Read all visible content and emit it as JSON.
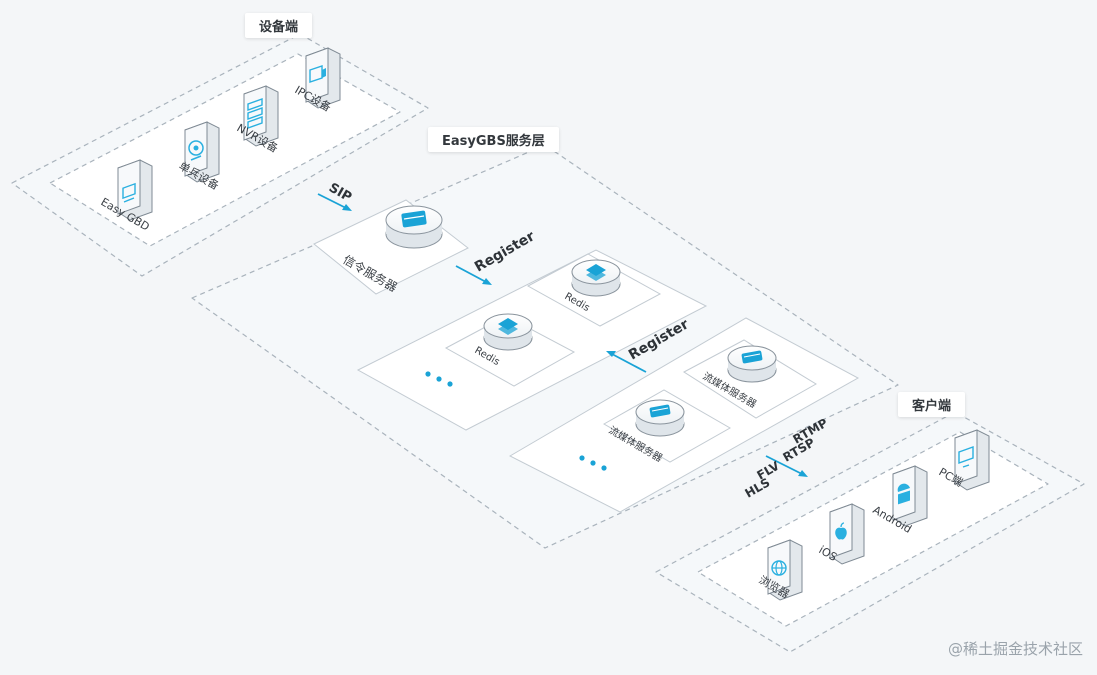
{
  "groups": {
    "device": "设备端",
    "service": "EasyGBS服务层",
    "client": "客户端"
  },
  "devices": [
    {
      "label": "Easy GBD",
      "icon": "gbd-device-icon"
    },
    {
      "label": "单兵设备",
      "icon": "camera-device-icon"
    },
    {
      "label": "NVR设备",
      "icon": "nvr-device-icon"
    },
    {
      "label": "IPC设备",
      "icon": "ipc-device-icon"
    }
  ],
  "clients": [
    {
      "label": "浏览器",
      "icon": "globe-icon"
    },
    {
      "label": "iOS",
      "icon": "apple-icon"
    },
    {
      "label": "Android",
      "icon": "android-icon"
    },
    {
      "label": "PC端",
      "icon": "monitor-icon"
    }
  ],
  "servers": {
    "signaling": "信令服务器",
    "redis_1": "Redis",
    "redis_2": "Redis",
    "media_1": "流媒体服务器",
    "media_2": "流媒体服务器"
  },
  "flows": {
    "sip": "SIP",
    "register_1": "Register",
    "register_2": "Register",
    "rtmp": "RTMP",
    "rtsp": "RTSP",
    "flv": "FLV",
    "hls": "HLS"
  },
  "watermark": "@稀土掘金技术社区",
  "colors": {
    "accent": "#1aa3d6",
    "line": "#a9b3bc"
  }
}
